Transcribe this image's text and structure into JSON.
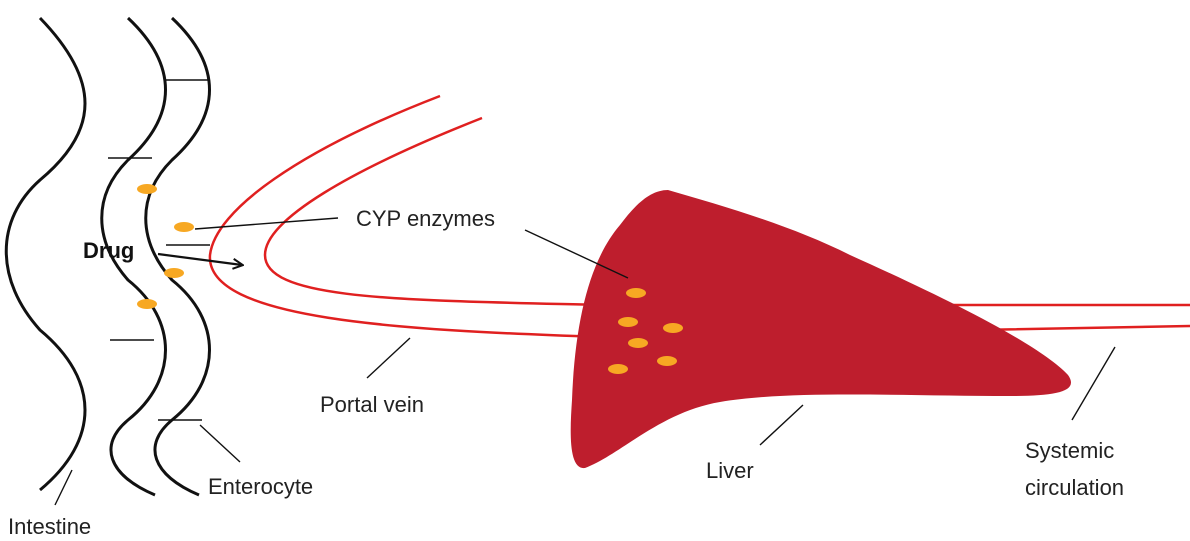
{
  "labels": {
    "drug": "Drug",
    "cyp_enzymes": "CYP enzymes",
    "portal_vein": "Portal vein",
    "liver": "Liver",
    "systemic_line1": "Systemic",
    "systemic_line2": "circulation",
    "enterocyte": "Enterocyte",
    "intestine": "Intestine"
  },
  "colors": {
    "vessel": "#e02020",
    "liver": "#be1e2d",
    "enzyme": "#f7a823",
    "outline": "#111111"
  },
  "icons": [
    "arrow-icon"
  ]
}
